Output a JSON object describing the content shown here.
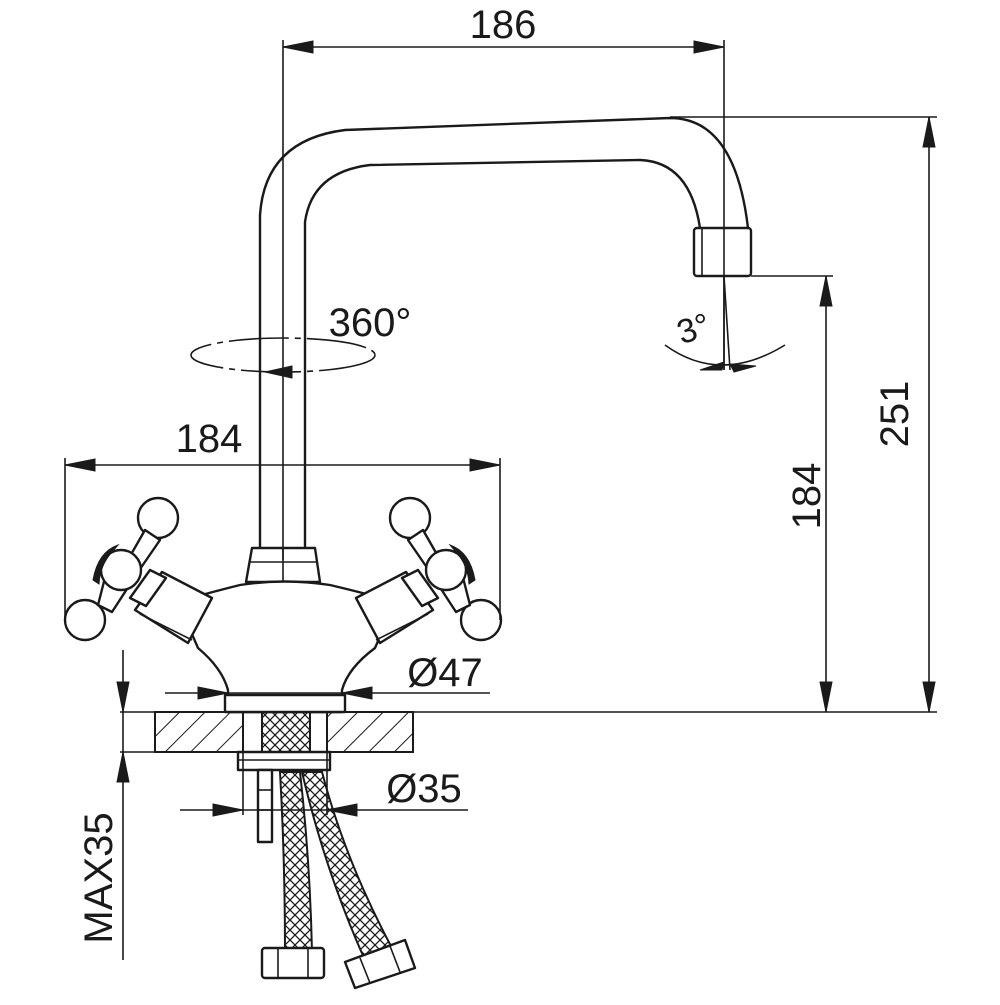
{
  "dimensions": {
    "spout_reach": "186",
    "total_height": "251",
    "spout_height": "184",
    "handle_span": "184",
    "rotation": "360°",
    "spout_tilt": "3°",
    "base_diameter": "Ø47",
    "hole_diameter": "Ø35",
    "max_counter_thickness": "MAX35"
  },
  "colors": {
    "line": "#1a1a1a",
    "background": "#ffffff"
  }
}
